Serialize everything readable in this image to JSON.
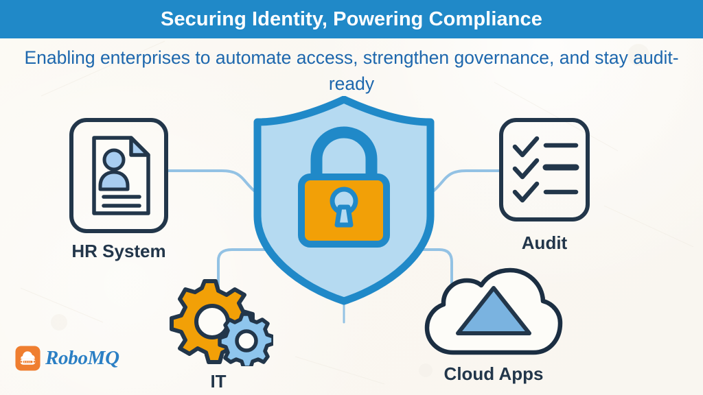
{
  "header": {
    "title": "Securing Identity, Powering Compliance",
    "band_color": "#2089c8",
    "title_color": "#ffffff"
  },
  "subtitle": {
    "text": "Enabling enterprises to automate access, strengthen governance, and stay audit-ready",
    "color": "#1d67ad"
  },
  "background": {
    "color": "#faf7f1"
  },
  "center": {
    "name": "shield-lock",
    "shield_fill": "#b5daf1",
    "shield_stroke": "#2089c8",
    "lock_body_fill": "#f2a007",
    "lock_stroke": "#2089c8"
  },
  "connectors": {
    "color": "#93c2e4",
    "width": 4
  },
  "nodes": [
    {
      "id": "hr-system",
      "label": "HR System",
      "icon": "document-person-icon",
      "icon_stroke": "#22364a",
      "icon_accent": "#a8cdf0",
      "position": "top-left"
    },
    {
      "id": "audit",
      "label": "Audit",
      "icon": "checklist-icon",
      "icon_stroke": "#22364a",
      "icon_accent": "#22364a",
      "position": "top-right"
    },
    {
      "id": "it",
      "label": "IT",
      "icon": "gears-icon",
      "icon_stroke": "#22364a",
      "icon_accent": "#f2a007",
      "icon_accent_2": "#8ec5ed",
      "position": "bottom-left"
    },
    {
      "id": "cloud-apps",
      "label": "Cloud Apps",
      "icon": "cloud-triangle-icon",
      "icon_stroke": "#1b2e42",
      "icon_accent": "#7ab3e0",
      "position": "bottom-right"
    }
  ],
  "logo": {
    "wordmark": "RoboMQ",
    "mark": "robomq-cloud-mark",
    "mark_bg": "#ef7e30",
    "wordmark_color": "#2b7fc4"
  }
}
